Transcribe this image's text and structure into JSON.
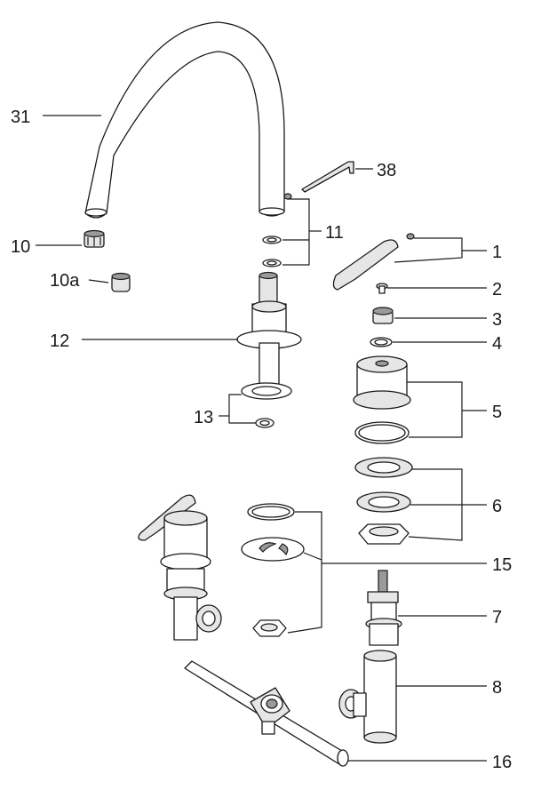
{
  "callouts": [
    {
      "key": "31",
      "label": "31"
    },
    {
      "key": "38",
      "label": "38"
    },
    {
      "key": "10",
      "label": "10"
    },
    {
      "key": "11",
      "label": "11"
    },
    {
      "key": "1",
      "label": "1"
    },
    {
      "key": "10a",
      "label": "10a"
    },
    {
      "key": "2",
      "label": "2"
    },
    {
      "key": "3",
      "label": "3"
    },
    {
      "key": "12",
      "label": "12"
    },
    {
      "key": "4",
      "label": "4"
    },
    {
      "key": "5",
      "label": "5"
    },
    {
      "key": "13",
      "label": "13"
    },
    {
      "key": "6",
      "label": "6"
    },
    {
      "key": "15",
      "label": "15"
    },
    {
      "key": "7",
      "label": "7"
    },
    {
      "key": "8",
      "label": "8"
    },
    {
      "key": "16",
      "label": "16"
    }
  ]
}
